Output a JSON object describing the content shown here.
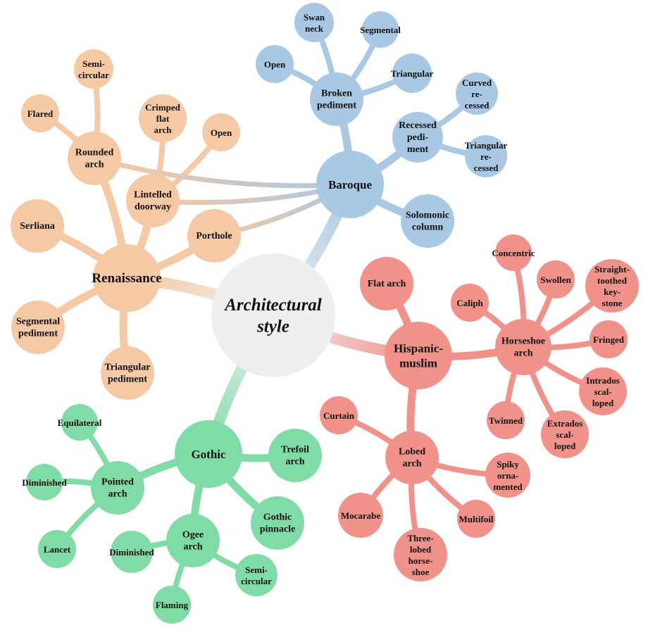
{
  "center": {
    "label": [
      "Architectural",
      "style"
    ],
    "color": "#efefef"
  },
  "branches": [
    {
      "id": "baroque",
      "label": [
        "Baroque"
      ],
      "color": "#a9c8e3",
      "children": [
        {
          "id": "broken-pediment",
          "label": [
            "Broken",
            "pediment"
          ],
          "children": [
            {
              "id": "open",
              "label": [
                "Open"
              ]
            },
            {
              "id": "swan-neck",
              "label": [
                "Swan",
                "neck"
              ]
            },
            {
              "id": "segmental",
              "label": [
                "Segmental"
              ]
            },
            {
              "id": "triangular",
              "label": [
                "Triangular"
              ]
            }
          ]
        },
        {
          "id": "recessed-pediment",
          "label": [
            "Recessed",
            "pedi-",
            "ment"
          ],
          "children": [
            {
              "id": "curved-recessed",
              "label": [
                "Curved",
                "re-",
                "cessed"
              ]
            },
            {
              "id": "triangular-recessed",
              "label": [
                "Triangular",
                "re-",
                "cessed"
              ]
            }
          ]
        },
        {
          "id": "solomonic-column",
          "label": [
            "Solomonic",
            "column"
          ]
        }
      ]
    },
    {
      "id": "renaissance",
      "label": [
        "Renaissance"
      ],
      "color": "#f5c9a3",
      "children": [
        {
          "id": "rounded-arch",
          "label": [
            "Rounded",
            "arch"
          ],
          "children": [
            {
              "id": "semi-circular",
              "label": [
                "Semi-",
                "circular"
              ]
            },
            {
              "id": "flared",
              "label": [
                "Flared"
              ]
            }
          ]
        },
        {
          "id": "lintelled-doorway",
          "label": [
            "Lintelled",
            "doorway"
          ],
          "children": [
            {
              "id": "crimped-flat-arch",
              "label": [
                "Crimped",
                "flat",
                "arch"
              ]
            },
            {
              "id": "open-door",
              "label": [
                "Open"
              ]
            }
          ]
        },
        {
          "id": "porthole",
          "label": [
            "Porthole"
          ]
        },
        {
          "id": "serliana",
          "label": [
            "Serliana"
          ]
        },
        {
          "id": "segmental-pediment",
          "label": [
            "Segmental",
            "pediment"
          ]
        },
        {
          "id": "triangular-pediment",
          "label": [
            "Triangular",
            "pediment"
          ]
        }
      ]
    },
    {
      "id": "hispanic-muslim",
      "label": [
        "Hispanic-",
        "muslim"
      ],
      "color": "#f0928a",
      "children": [
        {
          "id": "flat-arch",
          "label": [
            "Flat arch"
          ]
        },
        {
          "id": "horseshoe-arch",
          "label": [
            "Horseshoe",
            "arch"
          ],
          "children": [
            {
              "id": "concentric",
              "label": [
                "Concentric"
              ]
            },
            {
              "id": "swollen",
              "label": [
                "Swollen"
              ]
            },
            {
              "id": "straight-toothed",
              "label": [
                "Straight-",
                "toothed",
                "key-",
                "stone"
              ]
            },
            {
              "id": "caliph",
              "label": [
                "Caliph"
              ]
            },
            {
              "id": "fringed",
              "label": [
                "Fringed"
              ]
            },
            {
              "id": "intrados-scalloped",
              "label": [
                "Intrados",
                "scal-",
                "loped"
              ]
            },
            {
              "id": "extrados-scalloped",
              "label": [
                "Extrados",
                "scal-",
                "loped"
              ]
            },
            {
              "id": "twinned",
              "label": [
                "Twinned"
              ]
            }
          ]
        },
        {
          "id": "lobed-arch",
          "label": [
            "Lobed",
            "arch"
          ],
          "children": [
            {
              "id": "curtain",
              "label": [
                "Curtain"
              ]
            },
            {
              "id": "spiky-ornamented",
              "label": [
                "Spiky",
                "orna-",
                "mented"
              ]
            },
            {
              "id": "multifoil",
              "label": [
                "Multifoil"
              ]
            },
            {
              "id": "three-lobed",
              "label": [
                "Three-",
                "lobed",
                "horse-",
                "shoe"
              ]
            },
            {
              "id": "mocarabe",
              "label": [
                "Mocarabe"
              ]
            }
          ]
        }
      ]
    },
    {
      "id": "gothic",
      "label": [
        "Gothic"
      ],
      "color": "#80dca6",
      "children": [
        {
          "id": "pointed-arch",
          "label": [
            "Pointed",
            "arch"
          ],
          "children": [
            {
              "id": "equilateral",
              "label": [
                "Equilateral"
              ]
            },
            {
              "id": "diminished-pointed",
              "label": [
                "Diminished"
              ]
            },
            {
              "id": "lancet",
              "label": [
                "Lancet"
              ]
            }
          ]
        },
        {
          "id": "ogee-arch",
          "label": [
            "Ogee",
            "arch"
          ],
          "children": [
            {
              "id": "diminished-ogee",
              "label": [
                "Diminished"
              ]
            },
            {
              "id": "semi-circular-ogee",
              "label": [
                "Semi-",
                "circular"
              ]
            },
            {
              "id": "flaming",
              "label": [
                "Flaming"
              ]
            }
          ]
        },
        {
          "id": "trefoil-arch",
          "label": [
            "Trefoil",
            "arch"
          ]
        },
        {
          "id": "gothic-pinnacle",
          "label": [
            "Gothic",
            "pinnacle"
          ]
        }
      ]
    }
  ]
}
